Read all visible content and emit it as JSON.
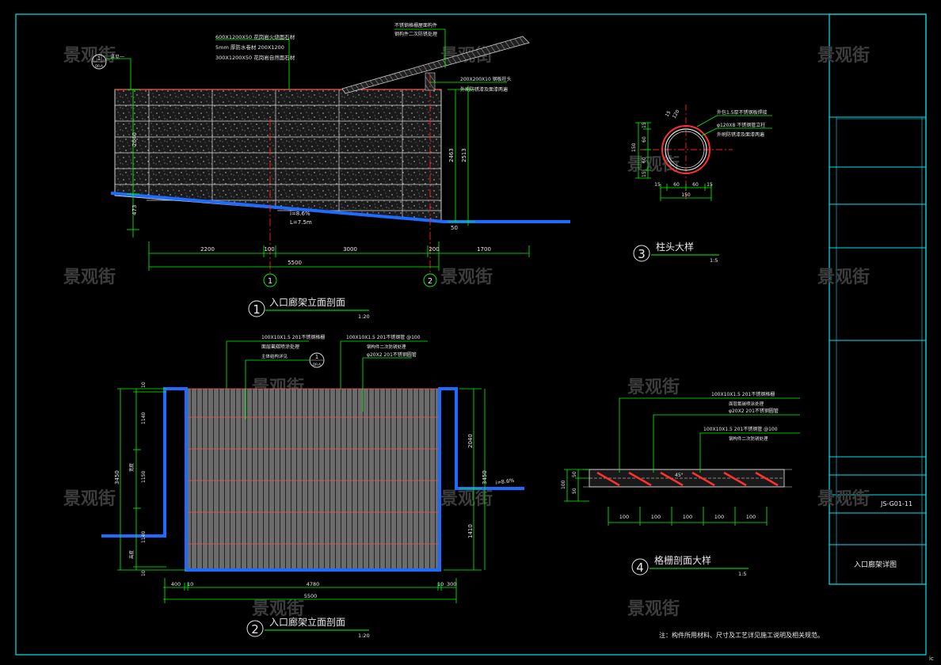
{
  "colors": {
    "background": "#000000",
    "frame": "#00e5ee",
    "dimension": "#00ff00",
    "leader": "#00ff00",
    "wall": "#c8c8c8",
    "grade": "#1e6bff",
    "axis": "#ff2020",
    "text": "#e8e8e8",
    "watermark": "#3c3c3c"
  },
  "watermark": "景观街",
  "title_block": {
    "drawing_no": "JS-G01-11",
    "drawing_name": "入口廊架详图"
  },
  "note": "注：构件所用材料、尺寸及工艺详见施工说明及相关规范。",
  "corner_tag": "ic",
  "view1": {
    "number": "1",
    "title": "入口廊架立面剖面",
    "scale": "1:20",
    "callout": {
      "num": "1",
      "sheet": "DR-A",
      "label": "详见一"
    },
    "leader_notes": [
      "600X1200X50 花岗岩火烧面石材",
      "5mm 厚防水卷材 200X1200",
      "300X1200X50 花岗岩自然面石材"
    ],
    "roof_notes": [
      "不锈钢格栅屋面构件",
      "钢构件二次防锈处理"
    ],
    "right_notes": [
      "200X200X10 钢板柱头",
      "外刷防锈漆及面漆两遍"
    ],
    "dims_bottom": [
      "2200",
      "100",
      "3000",
      "200",
      "1700"
    ],
    "dim_total": "5500",
    "dims_left": [
      "2040",
      "473"
    ],
    "dims_right": [
      "2463",
      "2513"
    ],
    "dim_small": "50",
    "slope_labels": [
      "i=8.6%",
      "L=7.5m"
    ],
    "axes": [
      "1",
      "2"
    ]
  },
  "view2": {
    "number": "2",
    "title": "入口廊架立面剖面",
    "scale": "1:20",
    "callout": {
      "num": "1",
      "sheet": "DR-A"
    },
    "leader_notes": [
      "100X10X1.5 201不锈钢格栅",
      "面层氟碳喷涂处理",
      "100X10X1.5 201不锈钢管 @100",
      "钢构件二次防锈处理",
      "φ20X2 201不锈钢圆管",
      "主体结构详见"
    ],
    "dims_bottom": [
      "400",
      "10",
      "4780",
      "10",
      "300"
    ],
    "dim_total": "5500",
    "dims_left_outer": "3450",
    "dims_left_inner": [
      "10",
      "1140",
      "1150",
      "1140",
      "10"
    ],
    "left_side_labels": [
      "宽度",
      "高度"
    ],
    "dims_right": [
      "3450",
      "2040",
      "1410"
    ],
    "slope_label": "i=8.6%"
  },
  "view3": {
    "number": "3",
    "title": "柱头大样",
    "scale": "1:5",
    "notes": [
      "外包1.5厚不锈钢板焊接",
      "φ120X8 不锈钢管立柱",
      "外刷防锈漆及面漆两遍"
    ],
    "dims_left": [
      "150",
      "15",
      "60",
      "60",
      "15"
    ],
    "dims_bottom": [
      "15",
      "60",
      "60",
      "15"
    ],
    "dim_total": "150",
    "angle_labels": [
      "15",
      "120"
    ]
  },
  "view4": {
    "number": "4",
    "title": "格栅剖面大样",
    "scale": "1:5",
    "notes": [
      "100X10X1.5 201不锈钢格栅",
      "面层氟碳喷涂处理",
      "φ20X2 201不锈钢圆管",
      "100X10X1.5 201不锈钢管 @100",
      "钢构件二次防锈处理"
    ],
    "dims_bottom": [
      "100",
      "100",
      "100",
      "100",
      "100"
    ],
    "dims_left": [
      "100",
      "50",
      "50"
    ],
    "angle": "45°"
  }
}
